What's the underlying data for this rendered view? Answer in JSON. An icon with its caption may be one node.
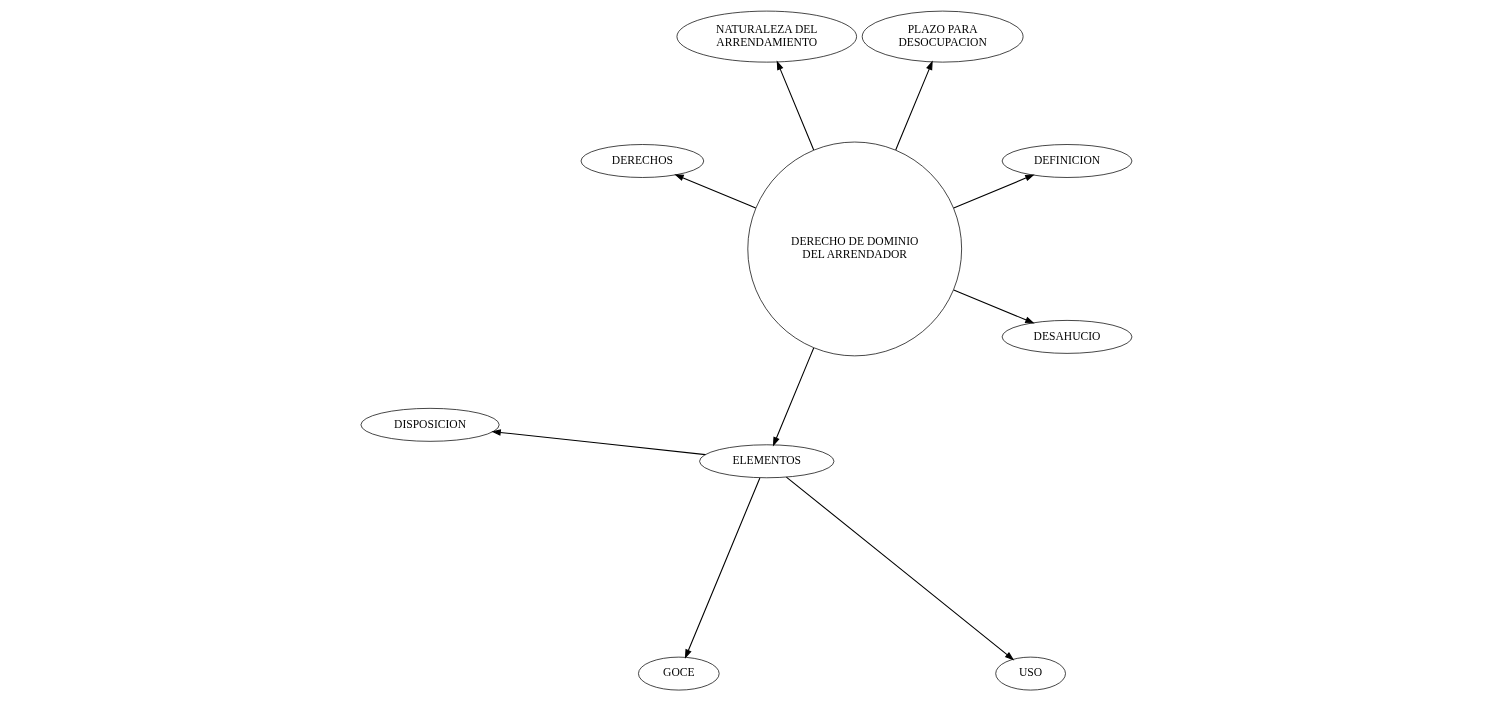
{
  "diagram": {
    "nodes": [
      {
        "text": [
          "DERECHO DE DOMINIO DEL ARRENDADOR"
        ]
      },
      {
        "text": [
          "DEFINICION"
        ]
      },
      {
        "text": [
          "PLAZO PARA DESOCUPACION"
        ]
      },
      {
        "text": [
          "NATURALEZA DEL ARRENDAMIENTO"
        ]
      },
      {
        "text": [
          "DISPOSICION"
        ]
      },
      {
        "text": [
          "DERECHOS"
        ]
      },
      {
        "text": [
          "ELEMENTOS"
        ]
      },
      {
        "text": [
          "GOCE"
        ]
      },
      {
        "text": [
          "DESAHUCIO"
        ]
      },
      {
        "text": [
          "USO"
        ]
      }
    ],
    "edges": [
      {
        "from": 0,
        "to": 1,
        "arrow": "to"
      },
      {
        "from": 0,
        "to": 2,
        "arrow": "to"
      },
      {
        "from": 0,
        "to": 3,
        "arrow": "to"
      },
      {
        "from": 0,
        "to": 5,
        "arrow": "to"
      },
      {
        "from": 0,
        "to": 6,
        "arrow": "to"
      },
      {
        "from": 0,
        "to": 8,
        "arrow": "to"
      },
      {
        "from": 6,
        "to": 4,
        "arrow": "to"
      },
      {
        "from": 6,
        "to": 7,
        "arrow": "to"
      },
      {
        "from": 6,
        "to": 9,
        "arrow": "to"
      }
    ]
  }
}
